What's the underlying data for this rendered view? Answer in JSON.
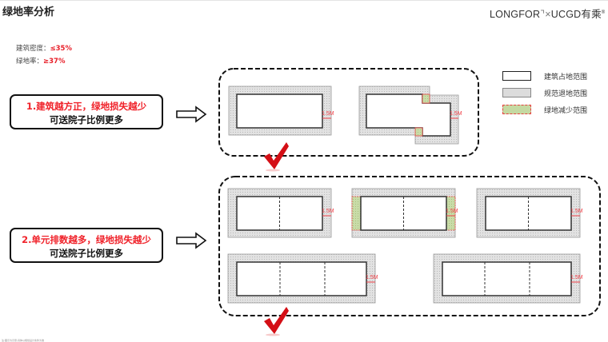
{
  "page": {
    "title": "绿地率分析",
    "logo": {
      "left": "LONGFOR",
      "separator": "⌝×",
      "right": "UCGD有乘",
      "mark": "®"
    }
  },
  "stats": [
    {
      "label": "建筑密度：",
      "value": "≤35%"
    },
    {
      "label": "绿地率：",
      "value": "≥37%"
    }
  ],
  "callouts": [
    {
      "line1": "1.建筑越方正，绿地损失越少",
      "line2": "可送院子比例更多"
    },
    {
      "line1": "2.单元排数越多，绿地损失越少",
      "line2": "可送院子比例更多"
    }
  ],
  "legend": [
    {
      "label": "建筑占地范围",
      "style": "building"
    },
    {
      "label": "规范退地范围",
      "style": "setback"
    },
    {
      "label": "绿地减少范围",
      "style": "green-loss"
    }
  ],
  "dimension_label": "1.5M",
  "colors": {
    "accent_red": "#e8202a",
    "setback_gray": "#d7d7d7",
    "green_loss": "#c5d9a2",
    "outline": "#222222"
  },
  "diagram_groups": [
    {
      "id": "group-1",
      "subject": "building-shape",
      "variants": [
        "square-building",
        "stepped-building"
      ],
      "checked": true
    },
    {
      "id": "group-2",
      "subject": "unit-count",
      "variants": [
        "2-unit",
        "2-unit-with-loss",
        "2-unit",
        "3-unit",
        "3-unit"
      ],
      "checked": true
    }
  ],
  "footnote": "注:图示为示意,具体以规划设计条件为准"
}
